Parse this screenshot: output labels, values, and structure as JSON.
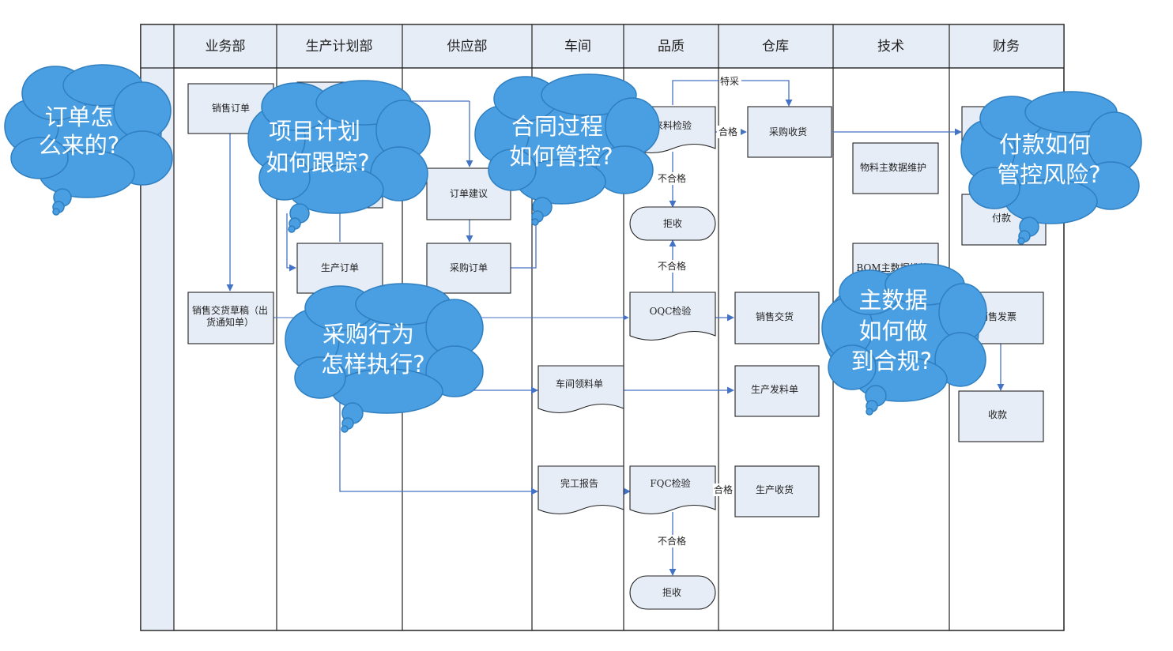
{
  "lanes": [
    {
      "id": "sales",
      "title": "业务部"
    },
    {
      "id": "plan",
      "title": "生产计划部"
    },
    {
      "id": "supply",
      "title": "供应部"
    },
    {
      "id": "workshop",
      "title": "车间"
    },
    {
      "id": "quality",
      "title": "品质"
    },
    {
      "id": "warehouse",
      "title": "仓库"
    },
    {
      "id": "tech",
      "title": "技术"
    },
    {
      "id": "finance",
      "title": "财务"
    }
  ],
  "nodes": {
    "sales_order": {
      "lines": [
        "销售订单"
      ]
    },
    "delivery_draft": {
      "lines": [
        "销售交货草稿（出",
        "货通知单）"
      ]
    },
    "plan_box": {
      "lines": []
    },
    "production_order": {
      "lines": [
        "生产订单"
      ]
    },
    "order_suggestion": {
      "lines": [
        "订单建议"
      ]
    },
    "purchase_order": {
      "lines": [
        "采购订单"
      ]
    },
    "material_inspection": {
      "lines": [
        "来料检验"
      ]
    },
    "reject_1": {
      "lines": [
        "拒收"
      ]
    },
    "oqc": {
      "lines": [
        "OQC检验"
      ]
    },
    "fqc": {
      "lines": [
        "FQC检验"
      ]
    },
    "reject_2": {
      "lines": [
        "拒收"
      ]
    },
    "workshop_requisition": {
      "lines": [
        "车间领料单"
      ]
    },
    "completion_report": {
      "lines": [
        "完工报告"
      ]
    },
    "purchase_receipt": {
      "lines": [
        "采购收货"
      ]
    },
    "sales_delivery": {
      "lines": [
        "销售交货"
      ]
    },
    "production_issue": {
      "lines": [
        "生产发料单"
      ]
    },
    "production_receipt": {
      "lines": [
        "生产收货"
      ]
    },
    "material_master": {
      "lines": [
        "物料主数据维护"
      ]
    },
    "bom_master": {
      "lines": [
        "BOM主数据维护"
      ]
    },
    "fin_top": {
      "lines": []
    },
    "payment": {
      "lines": [
        "付款"
      ]
    },
    "sales_invoice": {
      "lines": [
        "销售发票"
      ]
    },
    "collection": {
      "lines": [
        "收款"
      ]
    }
  },
  "edge_labels": {
    "special_purchase": "特采",
    "pass_1": "合格",
    "fail_1": "不合格",
    "fail_oqc": "不合格",
    "pass_fqc": "合格",
    "fail_fqc": "不合格"
  },
  "clouds": [
    {
      "id": "order_origin",
      "lines": [
        "订单怎",
        "么来的?"
      ]
    },
    {
      "id": "project_plan",
      "lines": [
        "项目计划",
        "如何跟踪?"
      ]
    },
    {
      "id": "contract",
      "lines": [
        "合同过程",
        "如何管控?"
      ]
    },
    {
      "id": "payment_risk",
      "lines": [
        "付款如何",
        "管控风险?"
      ]
    },
    {
      "id": "purchasing",
      "lines": [
        "采购行为",
        "怎样执行?"
      ]
    },
    {
      "id": "master_data",
      "lines": [
        "主数据",
        "如何做",
        "到合规?"
      ]
    }
  ],
  "colors": {
    "lane_header": "#e6edf7",
    "box_fill": "#e6edf7",
    "box_stroke": "#222222",
    "line": "#4472c4",
    "cloud_fill": "#4a9fe2",
    "cloud_stroke": "#2f7fc0"
  }
}
